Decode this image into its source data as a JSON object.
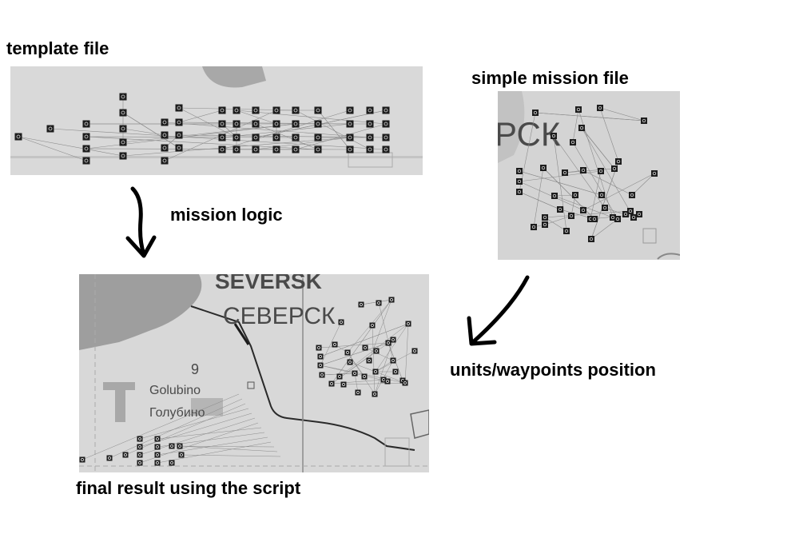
{
  "labels": {
    "template_file": "template file",
    "simple_mission_file": "simple mission file",
    "mission_logic": "mission logic",
    "units_waypoints": "units/waypoints position",
    "final_result": "final result using the script"
  },
  "map_text": {
    "seversk_latin": "SEVERSK",
    "seversk_cyrillic": "СЕВЕРСК",
    "seversk_partial": "РСК",
    "golubino_latin": "Golubino",
    "golubino_cyrillic": "Голубино",
    "grid_number": "9"
  },
  "colors": {
    "panel_background": "#d9d9d9",
    "node_fill": "#1c1c1c",
    "link_line": "#8a8a8a",
    "map_water": "#9e9e9e",
    "map_land_label": "#4a4a4a"
  }
}
